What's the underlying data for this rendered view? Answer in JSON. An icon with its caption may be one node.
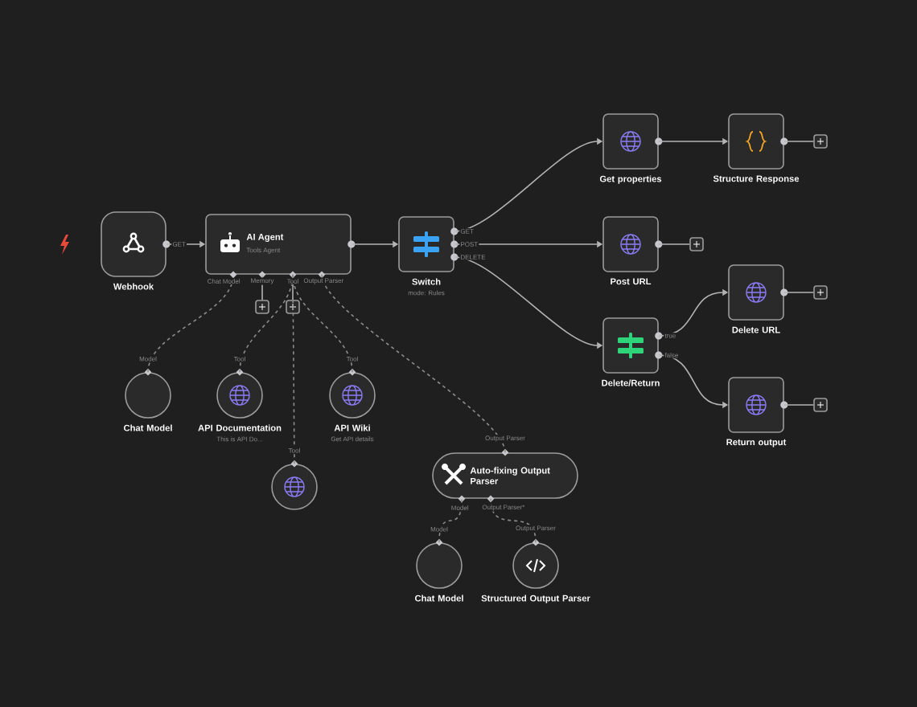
{
  "diagram": {
    "nodes": [
      {
        "text": [
          "Webhook"
        ]
      },
      {
        "text": [
          "AI Agent",
          "Tools Agent"
        ]
      },
      {
        "text": [
          "Switch",
          "mode: Rules"
        ]
      },
      {
        "text": [
          "Get properties"
        ]
      },
      {
        "text": [
          "Structure Response"
        ]
      },
      {
        "text": [
          "Post URL"
        ]
      },
      {
        "text": [
          "Delete/Return"
        ]
      },
      {
        "text": [
          "Delete URL"
        ]
      },
      {
        "text": [
          "Return output"
        ]
      },
      {
        "text": [
          "Chat Model"
        ]
      },
      {
        "text": [
          "API Documentation",
          "This is API Do..."
        ]
      },
      {
        "text": [
          "API Wiki",
          "Get API details"
        ]
      },
      {
        "text": [],
        "shape": "circle"
      },
      {
        "text": [
          "Auto-fixing Output Parser"
        ]
      },
      {
        "text": [
          "Chat Model"
        ]
      },
      {
        "text": [
          "Structured Output Parser"
        ]
      },
      {
        "text": [],
        "shape": "box"
      },
      {
        "text": [],
        "shape": "box"
      },
      {
        "text": [],
        "shape": "box"
      },
      {
        "text": [],
        "shape": "box"
      },
      {
        "text": [],
        "shape": "box"
      },
      {
        "text": [],
        "shape": "box"
      }
    ],
    "edges": [
      {
        "from": 0,
        "to": 1,
        "arrow": "to",
        "label": "GET"
      },
      {
        "from": 1,
        "to": 2,
        "arrow": "to"
      },
      {
        "from": 2,
        "to": 3,
        "arrow": "to",
        "label": "GET"
      },
      {
        "from": 2,
        "to": 5,
        "arrow": "to",
        "label": "POST"
      },
      {
        "from": 2,
        "to": 6,
        "arrow": "to",
        "label": "DELETE"
      },
      {
        "from": 3,
        "to": 4,
        "arrow": "to"
      },
      {
        "from": 4,
        "to": 18,
        "arrow": "none"
      },
      {
        "from": 5,
        "to": 19,
        "arrow": "none"
      },
      {
        "from": 6,
        "to": 7,
        "arrow": "to",
        "label": "true"
      },
      {
        "from": 6,
        "to": 8,
        "arrow": "to",
        "label": "false"
      },
      {
        "from": 7,
        "to": 20,
        "arrow": "none"
      },
      {
        "from": 8,
        "to": 21,
        "arrow": "none"
      },
      {
        "from": 9,
        "to": 1,
        "arrow": "none",
        "style": "dashed",
        "label": "Model"
      },
      {
        "from": 1,
        "to": 16,
        "arrow": "none"
      },
      {
        "from": 1,
        "to": 17,
        "arrow": "none"
      },
      {
        "from": 10,
        "to": 1,
        "arrow": "none",
        "style": "dashed",
        "label": "Tool"
      },
      {
        "from": 11,
        "to": 1,
        "arrow": "none",
        "style": "dashed",
        "label": "Tool"
      },
      {
        "from": 12,
        "to": 1,
        "arrow": "none",
        "style": "dashed",
        "label": "Tool"
      },
      {
        "from": 13,
        "to": 1,
        "arrow": "none",
        "style": "dashed",
        "label": "Output Parser"
      },
      {
        "from": 14,
        "to": 13,
        "arrow": "none",
        "style": "dashed",
        "label": "Model"
      },
      {
        "from": 15,
        "to": 13,
        "arrow": "none",
        "style": "dashed",
        "label": "Output Parser"
      }
    ],
    "labels": [
      "Chat Model",
      "Memory",
      "Tool",
      "Output Parser",
      "Model",
      "Output Parser*"
    ]
  }
}
